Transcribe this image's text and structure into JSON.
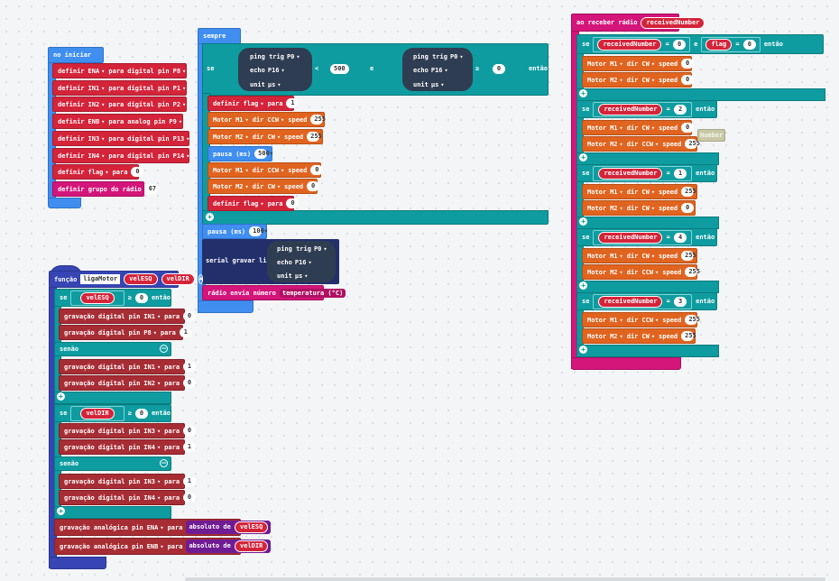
{
  "colors": {
    "background": "#f4f5f7",
    "red": "#d4243a",
    "orange": "#e0641f",
    "blue": "#3f8ef0",
    "teal": "#0e9ca0",
    "pink": "#d4157a",
    "indigo": "#3645b3",
    "purple": "#8a22b3"
  },
  "on_start": {
    "title": "no iniciar",
    "lines": [
      {
        "a": "definir",
        "v": "ENA",
        "b": "para",
        "c": "digital pin",
        "p": "P8"
      },
      {
        "a": "definir",
        "v": "IN1",
        "b": "para",
        "c": "digital pin",
        "p": "P1"
      },
      {
        "a": "definir",
        "v": "IN2",
        "b": "para",
        "c": "digital pin",
        "p": "P2"
      },
      {
        "a": "definir",
        "v": "ENB",
        "b": "para",
        "c": "analog pin",
        "p": "P9"
      },
      {
        "a": "definir",
        "v": "IN3",
        "b": "para",
        "c": "digital pin",
        "p": "P13"
      },
      {
        "a": "definir",
        "v": "IN4",
        "b": "para",
        "c": "digital pin",
        "p": "P14"
      }
    ],
    "flag": {
      "a": "definir",
      "v": "flag",
      "b": "para",
      "n": "0"
    },
    "radio": {
      "label": "definir grupo do rádio",
      "n": "67"
    }
  },
  "forever": {
    "title": "sempre",
    "if_label": "se",
    "then": "então",
    "sonar": {
      "ping": "ping trig",
      "trig": "P0",
      "echo": "echo",
      "pin": "P16",
      "unit": "unit",
      "unit_val": "µs"
    },
    "lt": "<",
    "limit": "500",
    "and": "e",
    "gt": "≥",
    "zero": "0",
    "body": [
      {
        "kind": "set",
        "a": "definir",
        "v": "flag",
        "b": "para",
        "n": "1"
      },
      {
        "kind": "motor",
        "a": "Motor",
        "m": "M1",
        "d": "dir",
        "dv": "CCW",
        "s": "speed",
        "n": "255"
      },
      {
        "kind": "motor",
        "a": "Motor",
        "m": "M2",
        "d": "dir",
        "dv": "CW",
        "s": "speed",
        "n": "255"
      },
      {
        "kind": "pause",
        "a": "pausa (ms)",
        "n": "500"
      },
      {
        "kind": "motor",
        "a": "Motor",
        "m": "M1",
        "d": "dir",
        "dv": "CCW",
        "s": "speed",
        "n": "0"
      },
      {
        "kind": "motor",
        "a": "Motor",
        "m": "M2",
        "d": "dir",
        "dv": "CW",
        "s": "speed",
        "n": "0"
      },
      {
        "kind": "set",
        "a": "definir",
        "v": "flag",
        "b": "para",
        "n": "0"
      }
    ],
    "pause2": {
      "a": "pausa (ms)",
      "n": "100"
    },
    "serial": "serial gravar linha",
    "radio_send": {
      "a": "rádio envia número",
      "b": "temperatura (°C)"
    }
  },
  "function": {
    "label": "função",
    "name": "ligaMotor",
    "p1": "velESQ",
    "p2": "velDIR",
    "if1": {
      "se": "se",
      "var": "velESQ",
      "op": "≥",
      "n": "0",
      "then": "então"
    },
    "w1": [
      {
        "a": "gravação digital pin",
        "p": "IN1",
        "b": "para",
        "n": "0"
      },
      {
        "a": "gravação digital pin",
        "p": "P8",
        "b": "para",
        "n": "1"
      }
    ],
    "else": "senão",
    "w2": [
      {
        "a": "gravação digital pin",
        "p": "IN1",
        "b": "para",
        "n": "1"
      },
      {
        "a": "gravação digital pin",
        "p": "IN2",
        "b": "para",
        "n": "0"
      }
    ],
    "if2": {
      "se": "se",
      "var": "velDIR",
      "op": "≥",
      "n": "0",
      "then": "então"
    },
    "w3": [
      {
        "a": "gravação digital pin",
        "p": "IN3",
        "b": "para",
        "n": "0"
      },
      {
        "a": "gravação digital pin",
        "p": "IN4",
        "b": "para",
        "n": "1"
      }
    ],
    "w4": [
      {
        "a": "gravação digital pin",
        "p": "IN3",
        "b": "para",
        "n": "1"
      },
      {
        "a": "gravação digital pin",
        "p": "IN4",
        "b": "para",
        "n": "0"
      }
    ],
    "a1": {
      "a": "gravação analógica pin",
      "p": "ENA",
      "b": "para",
      "c": "absoluto de",
      "v": "velESQ"
    },
    "a2": {
      "a": "gravação analógica pin",
      "p": "ENB",
      "b": "para",
      "c": "absoluto de",
      "v": "velDIR"
    }
  },
  "radio_recv": {
    "title": "ao receber rádio",
    "var": "receivedNumber",
    "ghost": "Number",
    "first": {
      "se": "se",
      "v1": "receivedNumber",
      "op": "=",
      "n1": "0",
      "and": "e",
      "v2": "flag",
      "n2": "0",
      "then": "então",
      "m": [
        {
          "a": "Motor",
          "m": "M1",
          "d": "dir",
          "dv": "CW",
          "s": "speed",
          "n": "0"
        },
        {
          "a": "Motor",
          "m": "M2",
          "d": "dir",
          "dv": "CW",
          "s": "speed",
          "n": "0"
        }
      ]
    },
    "cases": [
      {
        "se": "se",
        "v": "receivedNumber",
        "op": "=",
        "n": "2",
        "then": "então",
        "m": [
          {
            "a": "Motor",
            "m": "M1",
            "d": "dir",
            "dv": "CW",
            "s": "speed",
            "n": "0"
          },
          {
            "a": "Motor",
            "m": "M2",
            "d": "dir",
            "dv": "CCW",
            "s": "speed",
            "n": "255"
          }
        ]
      },
      {
        "se": "se",
        "v": "receivedNumber",
        "op": "=",
        "n": "1",
        "then": "então",
        "m": [
          {
            "a": "Motor",
            "m": "M1",
            "d": "dir",
            "dv": "CW",
            "s": "speed",
            "n": "255"
          },
          {
            "a": "Motor",
            "m": "M2",
            "d": "dir",
            "dv": "CW",
            "s": "speed",
            "n": "0"
          }
        ]
      },
      {
        "se": "se",
        "v": "receivedNumber",
        "op": "=",
        "n": "4",
        "then": "então",
        "m": [
          {
            "a": "Motor",
            "m": "M1",
            "d": "dir",
            "dv": "CW",
            "s": "speed",
            "n": "255"
          },
          {
            "a": "Motor",
            "m": "M2",
            "d": "dir",
            "dv": "CCW",
            "s": "speed",
            "n": "255"
          }
        ]
      },
      {
        "se": "se",
        "v": "receivedNumber",
        "op": "=",
        "n": "3",
        "then": "então",
        "m": [
          {
            "a": "Motor",
            "m": "M1",
            "d": "dir",
            "dv": "CCW",
            "s": "speed",
            "n": "255"
          },
          {
            "a": "Motor",
            "m": "M2",
            "d": "dir",
            "dv": "CW",
            "s": "speed",
            "n": "255"
          }
        ]
      }
    ]
  }
}
